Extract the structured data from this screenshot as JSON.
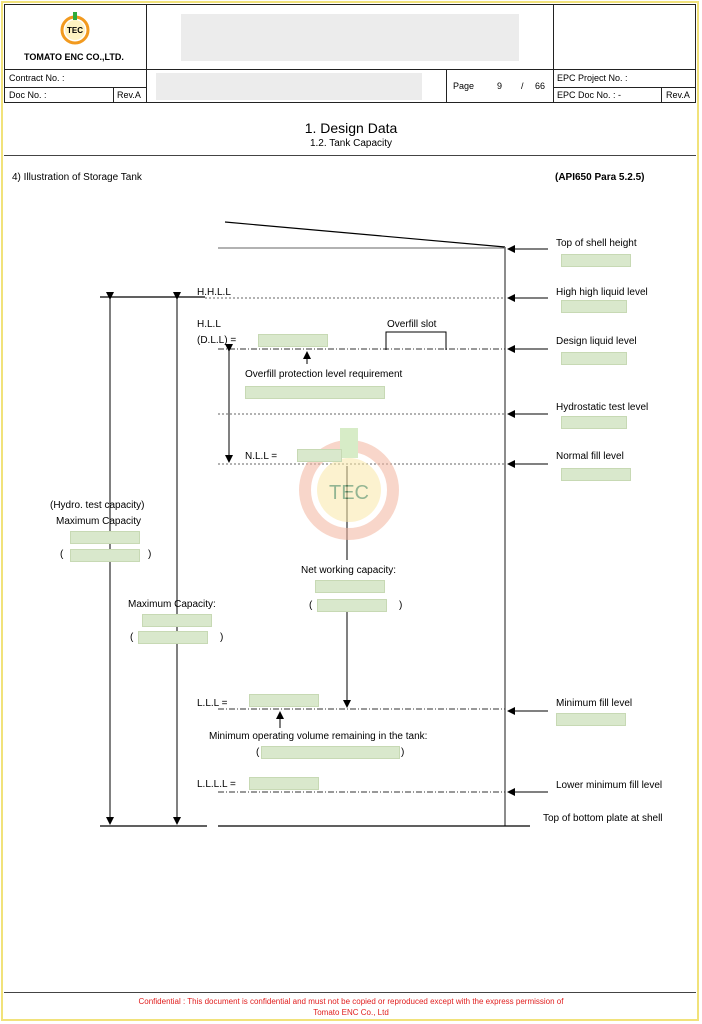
{
  "header": {
    "logo_badge": "TEC",
    "company": "TOMATO ENC CO.,LTD.",
    "contract_label": "Contract No. :",
    "doc_label": "Doc No. :",
    "rev_left": "Rev.A",
    "page_label": "Page",
    "page_number": "9",
    "page_sep": "/",
    "page_total": "66",
    "epc_project_label": "EPC Project No. :",
    "epc_doc_label": "EPC Doc No. : -",
    "rev_right": "Rev.A"
  },
  "title": {
    "main": "1. Design Data",
    "sub": "1.2. Tank Capacity"
  },
  "section": {
    "heading": "4)  Illustration of Storage Tank",
    "reference": "(API650 Para 5.2.5)"
  },
  "levels_left": {
    "hhll": "H.H.L.L",
    "hll": "H.L.L",
    "dll": "(D.L.L) =",
    "overfill_slot": "Overfill slot",
    "overfill_req": "Overfill protection level requirement",
    "nll": "N.L.L =",
    "lll": "L.L.L   =",
    "min_operating": "Minimum operating volume remaining in the tank:",
    "min_operating_close": ")",
    "llll": "L.L.L.L =",
    "min_op_open": "("
  },
  "levels_right": {
    "top_shell": "Top of shell height",
    "hhll": "High high liquid level",
    "design": "Design liquid level",
    "hydrostatic": "Hydrostatic test level",
    "normal": "Normal fill level",
    "minimum": "Minimum fill level",
    "lower_min": "Lower minimum fill level",
    "bottom": "Top of bottom plate at shell"
  },
  "capacities": {
    "hydro_label": "(Hydro. test capacity)",
    "max_label_1": "Maximum Capacity",
    "max_label_2": "Maximum Capacity:",
    "net_label": "Net working capacity:",
    "paren_open": "(",
    "paren_close": ")"
  },
  "watermark": "TEC",
  "footer": {
    "line1": "Confidential : This document is confidential and must not be copied or reproduced except with the express permission of",
    "line2": "Tomato ENC Co., Ltd"
  },
  "colors": {
    "accent_red": "#e01e1e",
    "frame_yellow": "#f1e27a",
    "field_green": "#d9e8cc",
    "logo_green": "#2eaa3c",
    "logo_orange": "#f29a1f"
  }
}
